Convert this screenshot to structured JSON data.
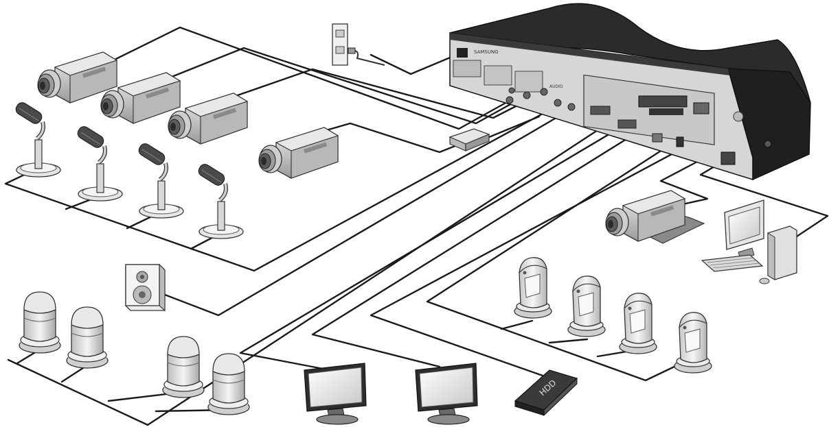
{
  "diagram": {
    "type": "connection-diagram",
    "dvr": {
      "brand_label": "SAMSUNG",
      "port_label": "AUDIO"
    },
    "devices": [
      {
        "kind": "box-camera",
        "icon": "box-camera-icon"
      },
      {
        "kind": "microphone",
        "icon": "microphone-icon"
      },
      {
        "kind": "speaker",
        "icon": "speaker-icon"
      },
      {
        "kind": "dome-camera",
        "icon": "dome-camera-icon"
      },
      {
        "kind": "monitor",
        "icon": "monitor-icon"
      },
      {
        "kind": "external-hdd",
        "icon": "hdd-icon",
        "label": "HDD"
      },
      {
        "kind": "alarm-sensor",
        "icon": "sensor-icon"
      },
      {
        "kind": "network-camera",
        "icon": "network-camera-icon"
      },
      {
        "kind": "pc",
        "icon": "pc-icon"
      },
      {
        "kind": "power-outlet",
        "icon": "outlet-icon"
      },
      {
        "kind": "video-balun",
        "icon": "balun-icon"
      }
    ],
    "colors": {
      "dvr_body": "#2b2b2b",
      "line": "#1a1a1a",
      "device_fill": "#d9d9d9"
    }
  }
}
